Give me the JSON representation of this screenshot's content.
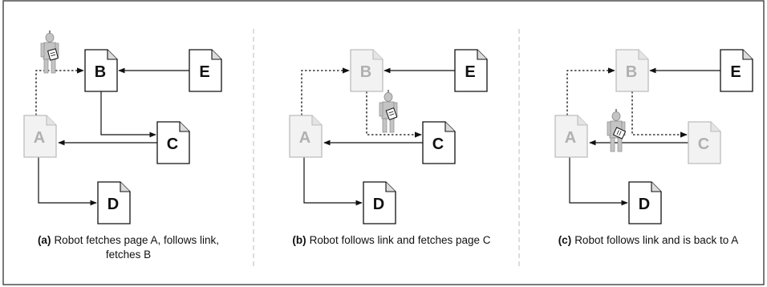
{
  "pages": {
    "A": "A",
    "B": "B",
    "C": "C",
    "D": "D",
    "E": "E"
  },
  "colors": {
    "active": "#111111",
    "faded": "#bdbdbd",
    "faded_fill": "#f2f2f2",
    "frame": "#333333",
    "divider": "#bbbbbb"
  },
  "panels": [
    {
      "tag": "(a)",
      "caption_line1": "Robot fetches page A, follows link,",
      "caption_line2": "fetches B",
      "visited_pages": [
        "A"
      ]
    },
    {
      "tag": "(b)",
      "caption_line1": "Robot follows link and fetches page C",
      "caption_line2": "",
      "visited_pages": [
        "A",
        "B"
      ]
    },
    {
      "tag": "(c)",
      "caption_line1": "Robot follows link and is back to A",
      "caption_line2": "",
      "visited_pages": [
        "A",
        "B",
        "C"
      ]
    }
  ],
  "icons": {
    "robot": "robot-icon",
    "page": "document-page-icon"
  }
}
